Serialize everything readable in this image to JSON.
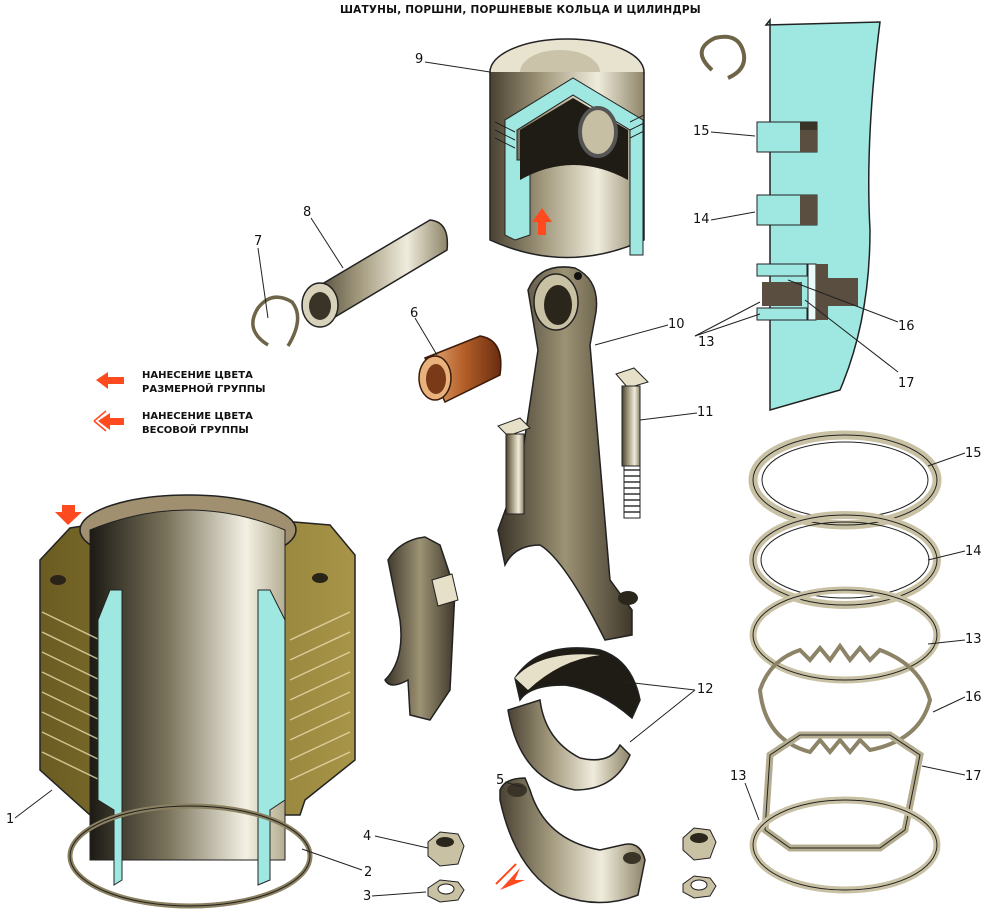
{
  "title": "ШАТУНЫ, ПОРШНИ, ПОРШНЕВЫЕ КОЛЬЦА И ЦИЛИНДРЫ",
  "legend": [
    {
      "line1": "НАНЕСЕНИЕ ЦВЕТА",
      "line2": "РАЗМЕРНОЙ ГРУППЫ",
      "marker": "single-arrow-icon"
    },
    {
      "line1": "НАНЕСЕНИЕ ЦВЕТА",
      "line2": "ВЕСОВОЙ ГРУППЫ",
      "marker": "double-arrow-icon"
    }
  ],
  "callouts": {
    "c1": "1",
    "c2": "2",
    "c3": "3",
    "c4": "4",
    "c5": "5",
    "c6": "6",
    "c7": "7",
    "c8": "8",
    "c9": "9",
    "c10": "10",
    "c11": "11",
    "c12": "12",
    "c13_rings": "13",
    "c13_section": "13",
    "c13_bottom": "13",
    "c14_section": "14",
    "c14_rings": "14",
    "c15_section": "15",
    "c15_rings": "15",
    "c16_section": "16",
    "c16_rings": "16",
    "c17_section": "17",
    "c17_rings": "17"
  },
  "colors": {
    "section": "#9fe8e2",
    "marker": "#ff4a1f",
    "bronze": "#b5602a",
    "cylinder": "#8a7a3a",
    "metal": "#d9d3b8",
    "dark": "#3a3428"
  }
}
